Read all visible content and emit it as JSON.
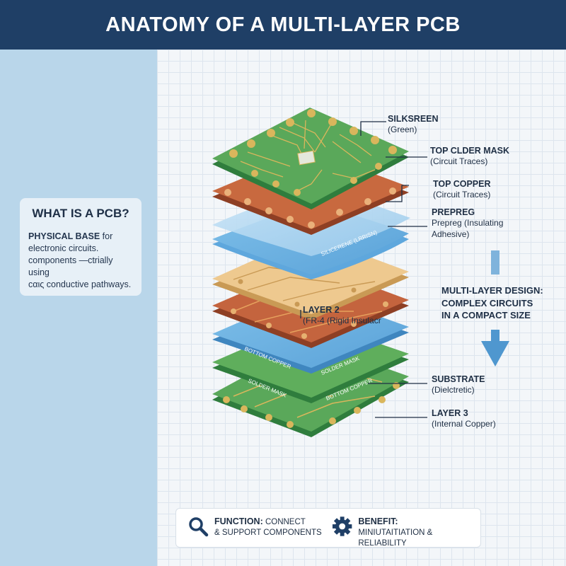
{
  "header": {
    "title": "ANATOMY OF A MULTI-LAYER PCB"
  },
  "info_card": {
    "title": "WHAT IS A PCB?",
    "lead": "PHYSICAL BASE",
    "line1_rest": " for",
    "line2": "electronic circuits.",
    "line3": "components —ctrially using",
    "line4": "cαις conductive pathways."
  },
  "labels": {
    "silkscreen": {
      "title": "SILKSREEN",
      "sub": "(Green)"
    },
    "top_solder_mask": {
      "title": "TOP CLDER MASK",
      "sub": "(Circuit Traces)"
    },
    "top_copper": {
      "title": "TOP COPPER",
      "sub": "(Circuit Traces)"
    },
    "prepreg": {
      "title": "PREPREG",
      "sub1": "Prepreg (Insulating",
      "sub2": "Adhesive)"
    },
    "layer2": {
      "title": "LAYER 2",
      "sub": "(FR-4 (Rigid Insulacr"
    },
    "substrate": {
      "title": "SUBSTRATE",
      "sub": "(Dielctretic)"
    },
    "layer3": {
      "title": "LAYER 3",
      "sub": "(Internal Copper)"
    }
  },
  "layer_text": {
    "prepreg_on": "SILICERENE (LRRISN)",
    "bottom_copper": "BOTTOM COPPER",
    "solder_mask": "SOLDER MASK",
    "solder_mask2": "SOLDER MASK",
    "bottom_copper2": "BOTTOM COPPER"
  },
  "callout": {
    "line1": "MULTI-LAYER DESIGN:",
    "line2": "COMPLEX CIRCUITS",
    "line3": "IN A COMPACT SIZE"
  },
  "bottom_bar": {
    "function": {
      "title": "FUNCTION:",
      "title_rest": " CONNECT",
      "line2": "& SUPPORT COMPONENTS"
    },
    "benefit": {
      "title": "BENEFIT:",
      "line2": "MINIUTAITIATION & RELIABILITY"
    }
  },
  "icons": {
    "function": "magnifier-icon",
    "benefit": "gear-icon"
  },
  "colors": {
    "header": "#1f3f66",
    "green": "#5aa85a",
    "copper": "#c4643e",
    "prepreg": "#a9d3ef",
    "fr4": "#eec98f",
    "blue": "#6fb3e3",
    "gold": "#d9b65c",
    "accent_arrow": "#4f97cf"
  }
}
